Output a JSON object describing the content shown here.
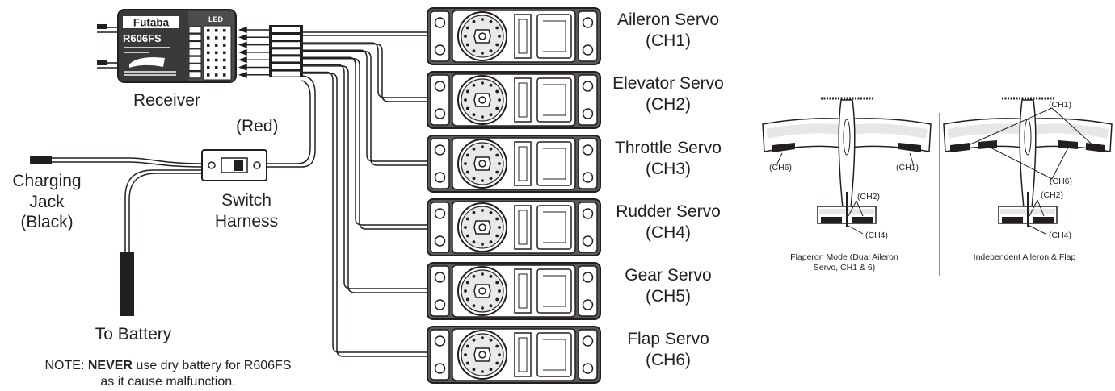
{
  "receiver": {
    "brand": "Futaba",
    "model": "R606FS",
    "led_label": "LED",
    "caption": "Receiver"
  },
  "red_label": "(Red)",
  "charging_jack": {
    "line1": "Charging",
    "line2": "Jack",
    "line3": "(Black)"
  },
  "switch_harness": {
    "line1": "Switch",
    "line2": "Harness"
  },
  "battery": {
    "label": "To Battery"
  },
  "note": {
    "prefix": "NOTE: ",
    "emphasis": "NEVER",
    "line1_rest": " use dry battery for R606FS",
    "line2": "as it cause malfunction."
  },
  "servos": [
    {
      "name": "Aileron Servo",
      "channel": "(CH1)"
    },
    {
      "name": "Elevator Servo",
      "channel": "(CH2)"
    },
    {
      "name": "Throttle Servo",
      "channel": "(CH3)"
    },
    {
      "name": "Rudder Servo",
      "channel": "(CH4)"
    },
    {
      "name": "Gear Servo",
      "channel": "(CH5)"
    },
    {
      "name": "Flap Servo",
      "channel": "(CH6)"
    }
  ],
  "planes": [
    {
      "caption_line1": "Flaperon Mode (Dual Aileron",
      "caption_line2": "Servo, CH1 & 6)",
      "labels": {
        "left": "(CH6)",
        "right": "(CH1)",
        "tail_top": "(CH2)",
        "tail_bottom": "(CH4)"
      }
    },
    {
      "caption_line1": "Independent Aileron & Flap",
      "caption_line2": "",
      "labels": {
        "top": "(CH1)",
        "mid": "(CH6)",
        "tail_top": "(CH2)",
        "tail_bottom": "(CH4)"
      }
    }
  ],
  "colors": {
    "ink": "#231f20",
    "servo_body": "#58595b",
    "servo_face": "#ffffff",
    "wing_fill": "#e6e7e8"
  }
}
